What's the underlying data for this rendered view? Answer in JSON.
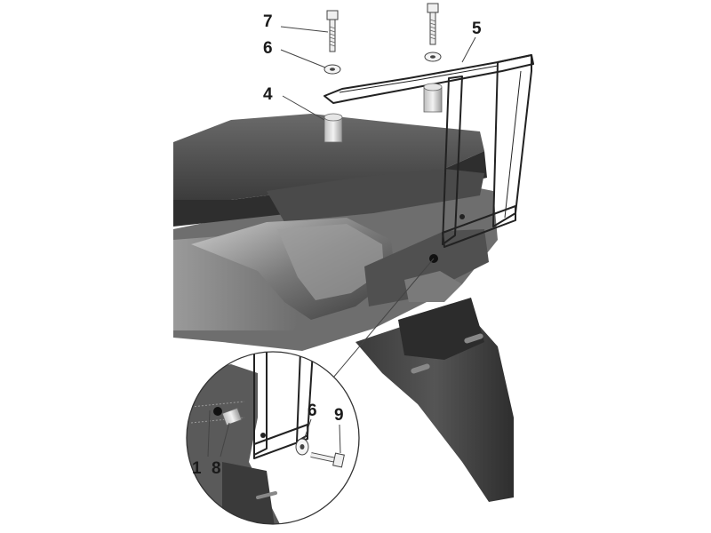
{
  "callouts": {
    "c1": "1",
    "c4": "4",
    "c5": "5",
    "c6_top": "6",
    "c6_detail": "6",
    "c7": "7",
    "c8": "8",
    "c9": "9"
  },
  "colors": {
    "body_dark": "#3a3a3a",
    "body_mid": "#5c5c5c",
    "body_light": "#8a8a8a",
    "rack_outline": "#222222",
    "rack_fill": "#ffffff"
  }
}
